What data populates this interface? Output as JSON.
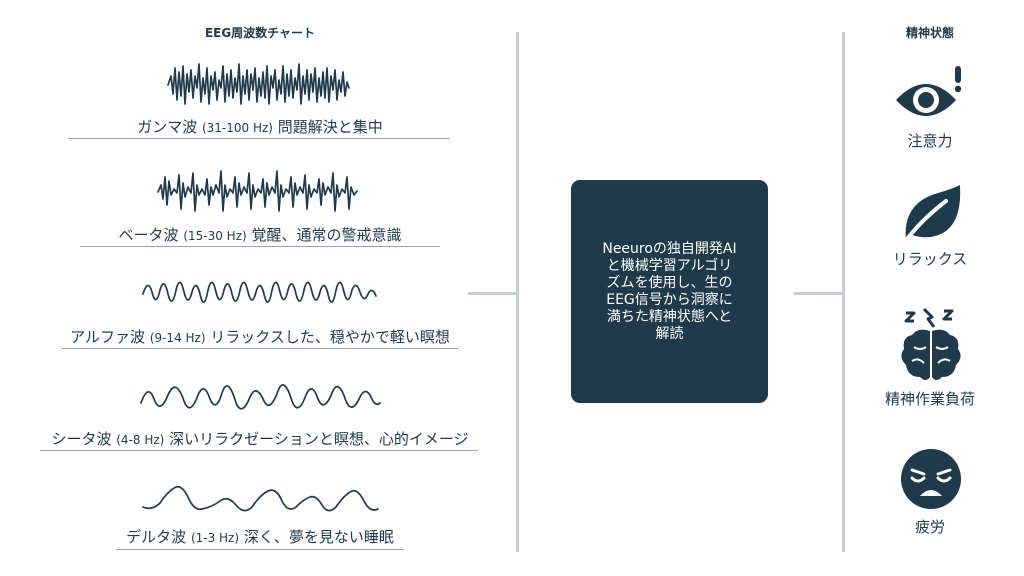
{
  "left": {
    "title": "EEG周波数チャート",
    "waves": [
      {
        "name": "ガンマ波",
        "range": "(31-100 Hz)",
        "desc": "問題解決と集中"
      },
      {
        "name": "ベータ波",
        "range": "(15-30 Hz)",
        "desc": "覚醒、通常の警戒意識"
      },
      {
        "name": "アルファ波",
        "range": "(9-14 Hz)",
        "desc": "リラックスした、穏やかで軽い瞑想"
      },
      {
        "name": "シータ波",
        "range": "(4-8 Hz)",
        "desc": "深いリラクゼーションと瞑想、心的イメージ"
      },
      {
        "name": "デルタ波",
        "range": "(1-3 Hz)",
        "desc": "深く、夢を見ない睡眠"
      }
    ]
  },
  "center": {
    "text": "Neeuroの独自開発AI\nと機械学習アルゴリ\nズムを使用し、生の\nEEG信号から洞察に\n満ちた精神状態へと\n解読"
  },
  "right": {
    "title": "精神状態",
    "states": [
      {
        "label": "注意力",
        "icon": "eye-icon"
      },
      {
        "label": "リラックス",
        "icon": "leaf-icon"
      },
      {
        "label": "精神作業負荷",
        "icon": "brain-icon"
      },
      {
        "label": "疲労",
        "icon": "tired-face-icon"
      }
    ]
  },
  "colors": {
    "primary": "#1f3a4b",
    "connector": "#c7ced2",
    "background": "#ffffff"
  }
}
